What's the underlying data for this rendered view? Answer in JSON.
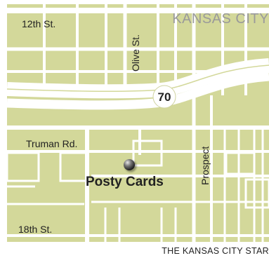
{
  "map": {
    "city_label": "KANSAS CITY",
    "streets": {
      "twelfth": "12th St.",
      "olive": "Olive St.",
      "truman": "Truman Rd.",
      "prospect": "Prospect",
      "eighteenth": "18th St."
    },
    "highway_shield": "70",
    "marker_label": "Posty Cards",
    "marker_icon": "location-dot-icon"
  },
  "credit": "THE KANSAS CITY STAR",
  "colors": {
    "land": "#d3d89a",
    "road": "#ffffff",
    "text": "#222222",
    "city_label": "#9a9a9a",
    "marker": "#555555"
  }
}
